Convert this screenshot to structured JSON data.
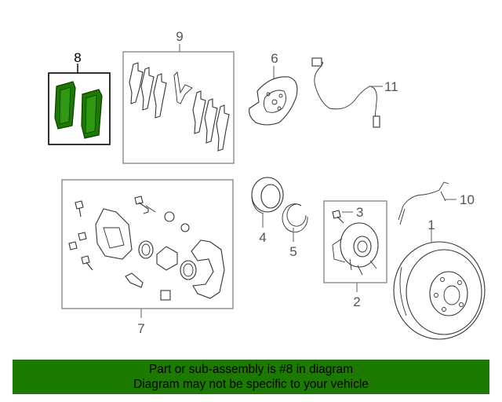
{
  "colors": {
    "highlight": "#1d7a00",
    "banner": "#1d7a00",
    "line": "#777777"
  },
  "callouts": {
    "c1": "1",
    "c2": "2",
    "c3": "3",
    "c4": "4",
    "c5": "5",
    "c6": "6",
    "c7": "7",
    "c8": "8",
    "c9": "9",
    "c10": "10",
    "c11": "11"
  },
  "banner": {
    "line1": "Part or sub-assembly is #8 in diagram",
    "line2": "Diagram may not be specific to your vehicle"
  }
}
